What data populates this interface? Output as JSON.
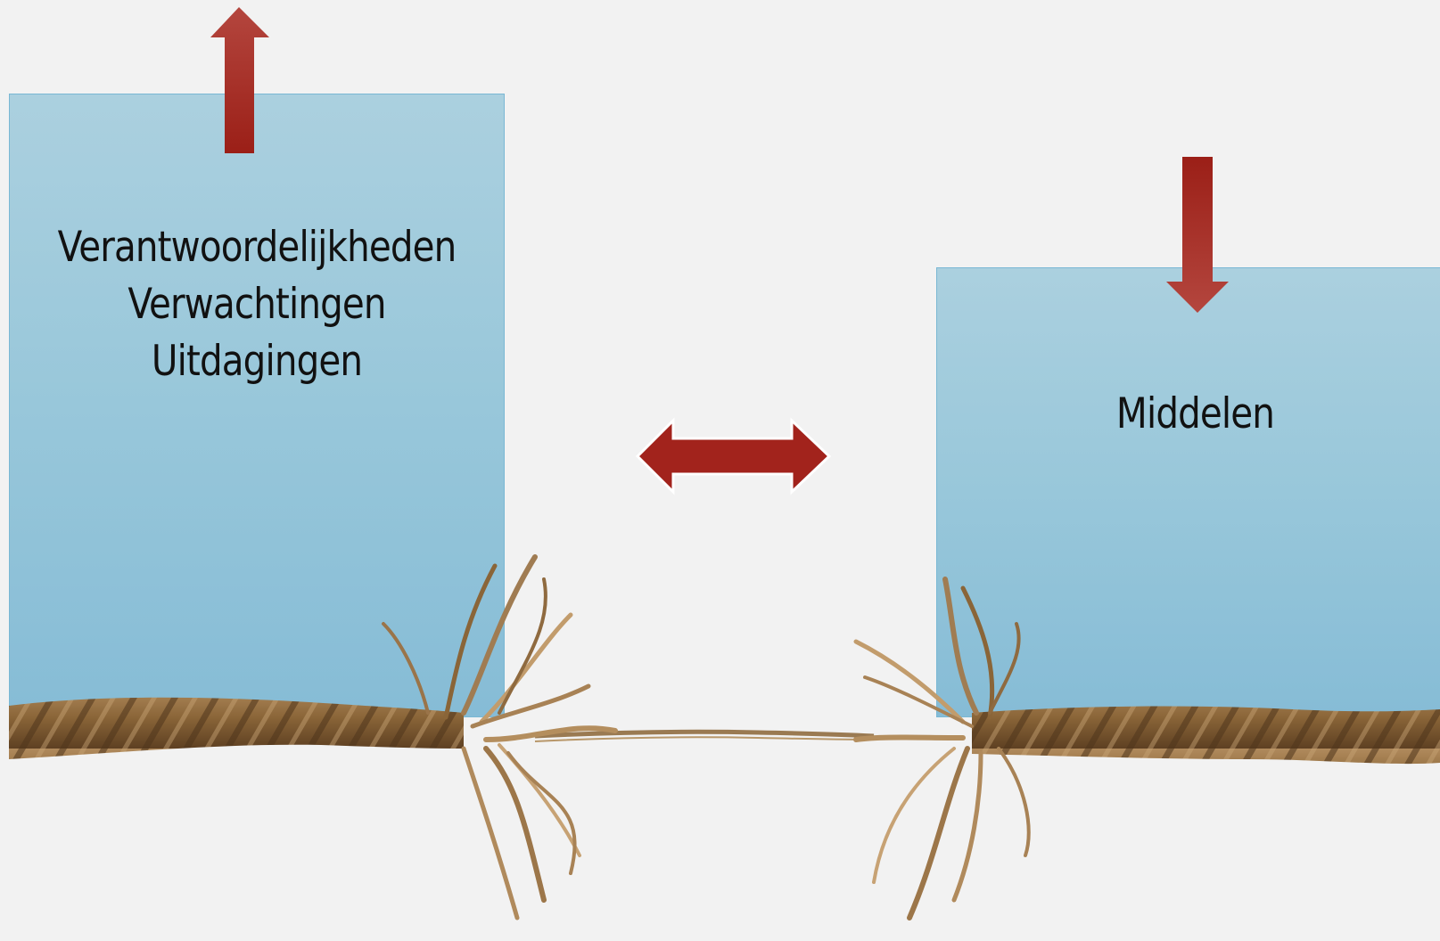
{
  "left_box": {
    "lines": [
      "Verantwoordelijkheden",
      "Verwachtingen",
      "Uitdagingen"
    ]
  },
  "right_box": {
    "label": "Middelen"
  },
  "colors": {
    "background": "#f2f2f2",
    "box_fill": "#9cc9dc",
    "box_border": "#7ab8d4",
    "arrow": "#a2231c",
    "rope": "#8a6a45"
  },
  "icons": {
    "up_arrow": "arrow-up-icon",
    "down_arrow": "arrow-down-icon",
    "double_arrow": "arrow-left-right-icon",
    "rope": "frayed-rope-icon"
  }
}
